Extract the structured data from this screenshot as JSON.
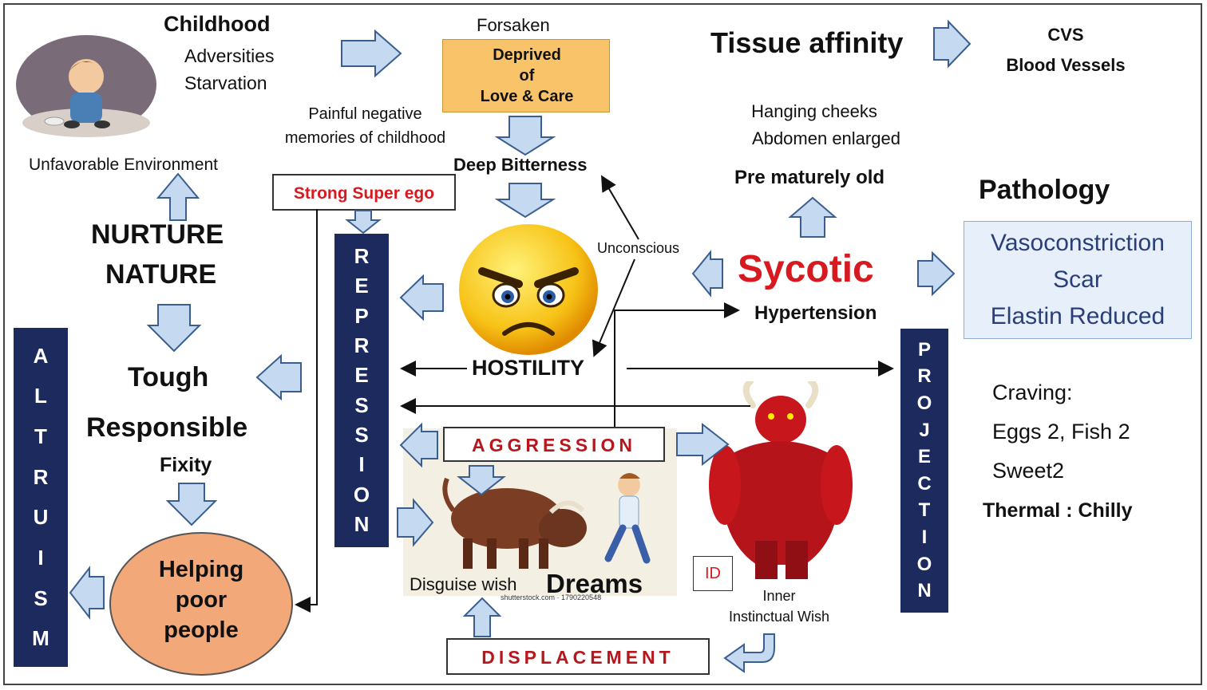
{
  "childhood": {
    "title": "Childhood",
    "line1": "Adversities",
    "line2": "Starvation"
  },
  "unfavorable": "Unfavorable Environment",
  "painful": {
    "line1": "Painful negative",
    "line2": "memories of childhood"
  },
  "forsaken": "Forsaken",
  "deprived": {
    "line1": "Deprived",
    "line2": "of",
    "line3": "Love & Care"
  },
  "deep_bitterness": "Deep Bitterness",
  "strong_super_ego": "Strong Super ego",
  "nurture": "NURTURE",
  "nature": "NATURE",
  "tough": "Tough",
  "responsible": "Responsible",
  "fixity": "Fixity",
  "helping": {
    "line1": "Helping",
    "line2": "poor",
    "line3": "people"
  },
  "altruism": [
    "A",
    "L",
    "T",
    "R",
    "U",
    "I",
    "S",
    "M"
  ],
  "repression": [
    "R",
    "E",
    "P",
    "R",
    "E",
    "S",
    "S",
    "I",
    "O",
    "N"
  ],
  "projection": [
    "P",
    "R",
    "O",
    "J",
    "E",
    "C",
    "T",
    "I",
    "O",
    "N"
  ],
  "unconscious": "Unconscious",
  "hostility": "HOSTILITY",
  "aggression": "AGGRESSION",
  "disguise_wish": "Disguise wish",
  "dreams": "Dreams",
  "watermark": "shutterstock.com · 1790220548",
  "displacement": "DISPLACEMENT",
  "id_label": "ID",
  "inner": {
    "line1": "Inner",
    "line2": "Instinctual Wish"
  },
  "tissue_affinity": "Tissue affinity",
  "cvs": {
    "line1": "CVS",
    "line2": "Blood Vessels"
  },
  "hanging": {
    "line1": "Hanging cheeks",
    "line2": "Abdomen enlarged"
  },
  "prematurely": "Pre maturely old",
  "sycotic": "Sycotic",
  "hypertension": "Hypertension",
  "pathology": "Pathology",
  "pathology_box": {
    "line1": "Vasoconstriction",
    "line2": "Scar",
    "line3": "Elastin Reduced"
  },
  "craving": {
    "title": "Craving:",
    "line1": "Eggs 2, Fish 2",
    "line2": "Sweet2"
  },
  "thermal": "Thermal : Chilly",
  "colors": {
    "navy": "#1c2a5e",
    "arrow_fill": "#c5daf0",
    "arrow_stroke": "#3a5f8f",
    "red": "#d71920",
    "orange_box": "#f9c36a",
    "ellipse": "#f2a878",
    "path_text": "#2a3f7a"
  }
}
